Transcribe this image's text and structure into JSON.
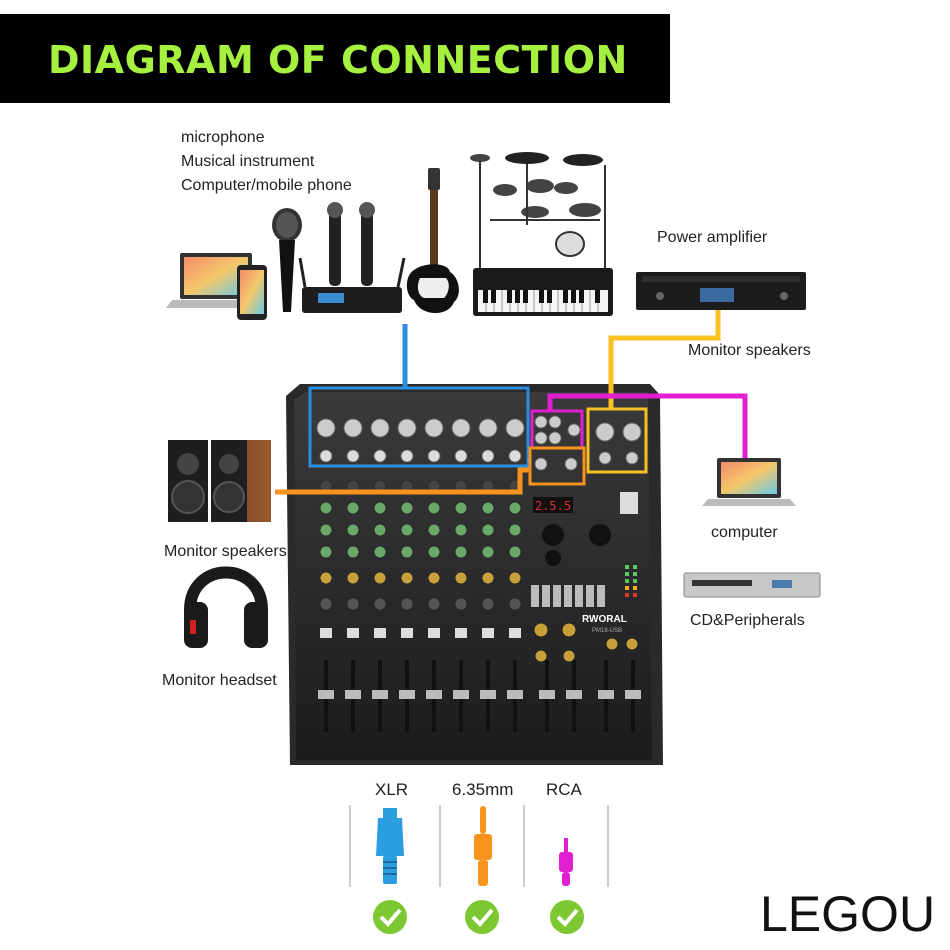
{
  "banner": {
    "title": "DIAGRAM OF CONNECTION"
  },
  "sources": {
    "lines": [
      "microphone",
      "Musical instrument",
      "Computer/mobile phone"
    ]
  },
  "outputs": {
    "power_amplifier": "Power amplifier",
    "monitor_speakers_right": "Monitor speakers",
    "computer": "computer",
    "cd_peripherals": "CD&Peripherals",
    "monitor_speakers_left": "Monitor speakers",
    "monitor_headset": "Monitor headset"
  },
  "mixer": {
    "brand": "RWORAL",
    "model": "PM18-USB",
    "display": "2.5.5"
  },
  "connectors": [
    {
      "label": "XLR",
      "color": "#2a9ee0"
    },
    {
      "label": "6.35mm",
      "color": "#f7931e"
    },
    {
      "label": "RCA",
      "color": "#e020d0"
    }
  ],
  "brand_mark": "LEGOU",
  "colors": {
    "banner_text": "#a6f040",
    "blue_line": "#2a8ee0",
    "orange_line": "#f7931e",
    "yellow_line": "#f8c020",
    "magenta_line": "#e020d0",
    "check_green": "#7dc832"
  },
  "icons": [
    "laptop-icon",
    "phone-icon",
    "microphone-icon",
    "wireless-mic-icon",
    "guitar-icon",
    "drum-kit-icon",
    "keyboard-icon",
    "power-amplifier-icon",
    "speakers-icon",
    "headset-icon",
    "cd-player-icon",
    "check-icon"
  ]
}
